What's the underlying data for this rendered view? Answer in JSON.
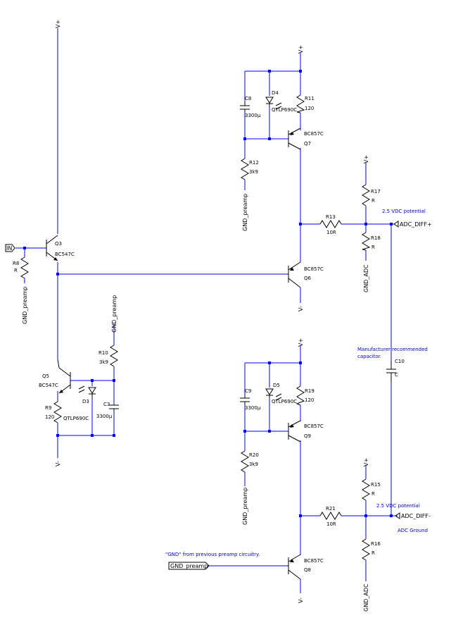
{
  "supply": {
    "vpos": "V+",
    "vneg": "V-"
  },
  "input_port": "IN",
  "nets": {
    "gnd_preamp": "GND_preamp",
    "gnd_adc": "GND_ADC",
    "adc_pos": "ADC_DIFF+",
    "adc_neg": "ADC_DIFF-"
  },
  "components": {
    "Q3": {
      "ref": "Q3",
      "value": "BC547C"
    },
    "Q5": {
      "ref": "Q5",
      "value": "BC547C"
    },
    "Q6": {
      "ref": "Q6",
      "value": "BC857C"
    },
    "Q7": {
      "ref": "Q7",
      "value": "BC857C"
    },
    "Q8": {
      "ref": "Q8",
      "value": "BC857C"
    },
    "Q9": {
      "ref": "Q9",
      "value": "BC857C"
    },
    "R8": {
      "ref": "R8",
      "value": "R"
    },
    "R9": {
      "ref": "R9",
      "value": "120"
    },
    "R10": {
      "ref": "R10",
      "value": "3k9"
    },
    "R11": {
      "ref": "R11",
      "value": "120"
    },
    "R12": {
      "ref": "R12",
      "value": "3k9"
    },
    "R13": {
      "ref": "R13",
      "value": "10R"
    },
    "R15": {
      "ref": "R15",
      "value": "R"
    },
    "R16": {
      "ref": "R16",
      "value": "R"
    },
    "R17": {
      "ref": "R17",
      "value": "R"
    },
    "R18": {
      "ref": "R18",
      "value": "R"
    },
    "R19": {
      "ref": "R19",
      "value": "120"
    },
    "R20": {
      "ref": "R20",
      "value": "3k9"
    },
    "R21": {
      "ref": "R21",
      "value": "10R"
    },
    "C3": {
      "ref": "C3",
      "value": "3300µ"
    },
    "C8": {
      "ref": "C8",
      "value": "3300µ"
    },
    "C9": {
      "ref": "C9",
      "value": "3300µ"
    },
    "C10": {
      "ref": "C10",
      "value": "C"
    },
    "D3": {
      "ref": "D3",
      "value": "QTLP690C"
    },
    "D4": {
      "ref": "D4",
      "value": "QTLP690C"
    },
    "D5": {
      "ref": "D5",
      "value": "QTLP690C"
    }
  },
  "annotations": {
    "vdc_top": "2.5 VDC potential",
    "vdc_bottom": "2.5 VDC potential",
    "manufacturer_line1": "Manufacturer recommended",
    "manufacturer_line2": "capacitor.",
    "adc_ground": "ADC Ground",
    "gnd_note": "\"GND\" from previous preamp circuitry."
  },
  "colors": {
    "wire": "#0000ff",
    "component": "#000000",
    "annotation": "#0000cc"
  }
}
